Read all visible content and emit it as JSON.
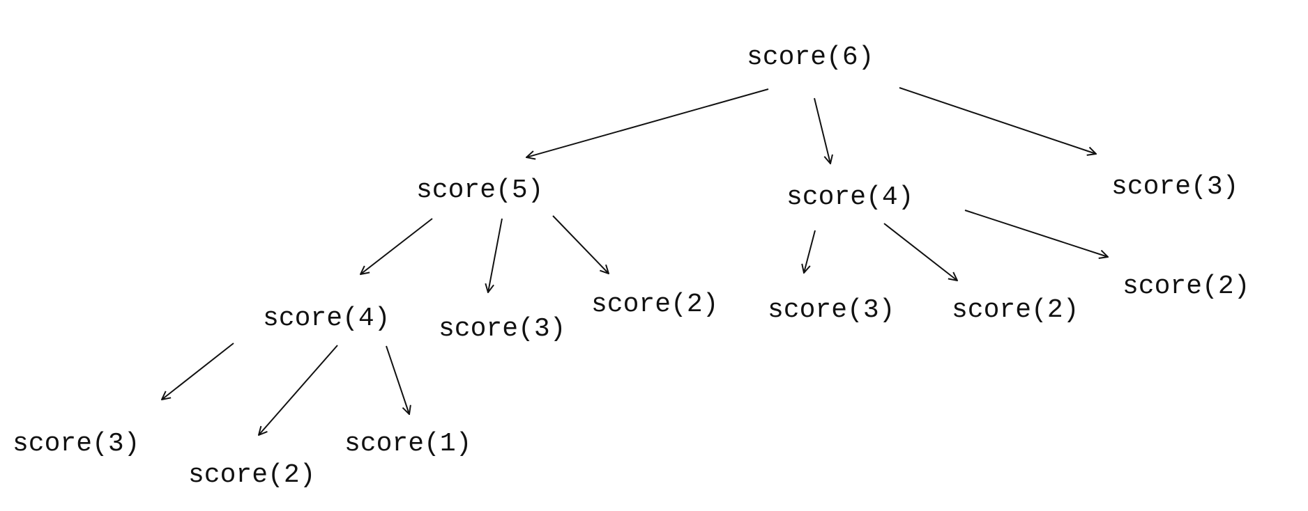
{
  "tree": {
    "nodes": [
      {
        "id": "n6",
        "label": "score(6)"
      },
      {
        "id": "n5",
        "label": "score(5)"
      },
      {
        "id": "n4a",
        "label": "score(4)"
      },
      {
        "id": "n3a",
        "label": "score(3)"
      },
      {
        "id": "n4b",
        "label": "score(4)"
      },
      {
        "id": "n3b",
        "label": "score(3)"
      },
      {
        "id": "n2a",
        "label": "score(2)"
      },
      {
        "id": "n3c",
        "label": "score(3)"
      },
      {
        "id": "n2b",
        "label": "score(2)"
      },
      {
        "id": "n2c",
        "label": "score(2)"
      },
      {
        "id": "n3d",
        "label": "score(3)"
      },
      {
        "id": "n2d",
        "label": "score(2)"
      },
      {
        "id": "n1",
        "label": "score(1)"
      }
    ],
    "edges": [
      {
        "from": "n6",
        "to": "n5"
      },
      {
        "from": "n6",
        "to": "n4a"
      },
      {
        "from": "n6",
        "to": "n3a"
      },
      {
        "from": "n5",
        "to": "n4b"
      },
      {
        "from": "n5",
        "to": "n3b"
      },
      {
        "from": "n5",
        "to": "n2a"
      },
      {
        "from": "n4a",
        "to": "n3c"
      },
      {
        "from": "n4a",
        "to": "n2b"
      },
      {
        "from": "n4a",
        "to": "n2c"
      },
      {
        "from": "n4b",
        "to": "n3d"
      },
      {
        "from": "n4b",
        "to": "n2d"
      },
      {
        "from": "n4b",
        "to": "n1"
      }
    ]
  }
}
